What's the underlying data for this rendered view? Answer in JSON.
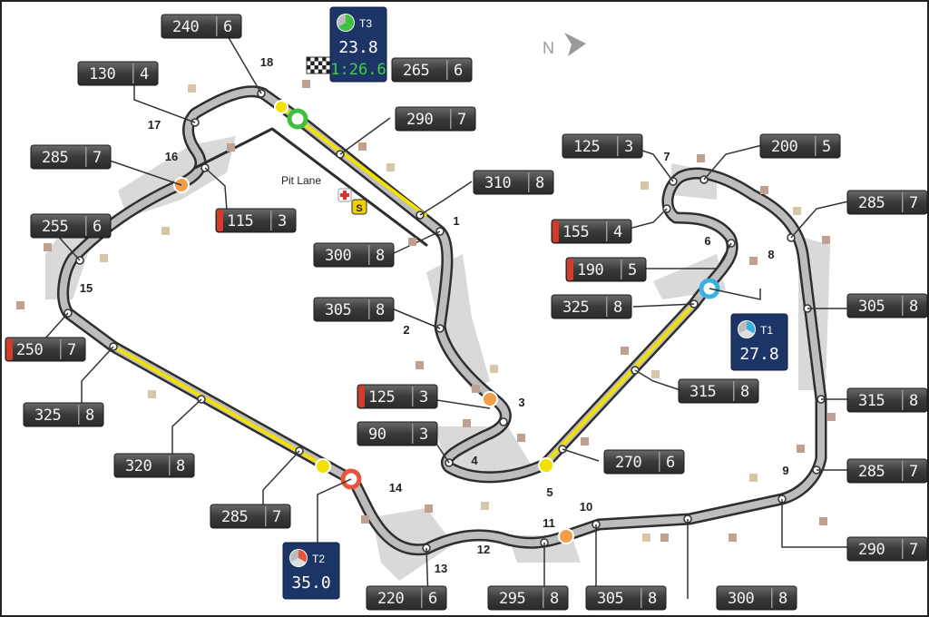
{
  "north_label": "N",
  "pit_lane_label": "Pit Lane",
  "pit_service_icon": "S",
  "lap_time": "1:26.6",
  "sectors": [
    {
      "id": "t1",
      "label": "T1",
      "value": "27.8",
      "color": "#3ab0e0"
    },
    {
      "id": "t2",
      "label": "T2",
      "value": "35.0",
      "color": "#e8553a"
    },
    {
      "id": "t3",
      "label": "T3",
      "value": "23.8",
      "color": "#3fbf3f"
    }
  ],
  "turns": [
    "1",
    "2",
    "3",
    "4",
    "5",
    "6",
    "7",
    "8",
    "9",
    "10",
    "11",
    "12",
    "13",
    "14",
    "15",
    "16",
    "17",
    "18"
  ],
  "speed_boxes": [
    {
      "speed": "240",
      "gear": "6",
      "red": false
    },
    {
      "speed": "265",
      "gear": "6",
      "red": false
    },
    {
      "speed": "130",
      "gear": "4",
      "red": false
    },
    {
      "speed": "290",
      "gear": "7",
      "red": false
    },
    {
      "speed": "285",
      "gear": "7",
      "red": false
    },
    {
      "speed": "310",
      "gear": "8",
      "red": false
    },
    {
      "speed": "115",
      "gear": "3",
      "red": true
    },
    {
      "speed": "255",
      "gear": "6",
      "red": false
    },
    {
      "speed": "300",
      "gear": "8",
      "red": false
    },
    {
      "speed": "305",
      "gear": "8",
      "red": false
    },
    {
      "speed": "250",
      "gear": "7",
      "red": true
    },
    {
      "speed": "325",
      "gear": "8",
      "red": false
    },
    {
      "speed": "125",
      "gear": "3",
      "red": true
    },
    {
      "speed": "90",
      "gear": "3",
      "red": false
    },
    {
      "speed": "320",
      "gear": "8",
      "red": false
    },
    {
      "speed": "285",
      "gear": "7",
      "red": false
    },
    {
      "speed": "220",
      "gear": "6",
      "red": false
    },
    {
      "speed": "295",
      "gear": "8",
      "red": false
    },
    {
      "speed": "305",
      "gear": "8",
      "red": false
    },
    {
      "speed": "300",
      "gear": "8",
      "red": false
    },
    {
      "speed": "290",
      "gear": "7",
      "red": false
    },
    {
      "speed": "125",
      "gear": "3",
      "red": false
    },
    {
      "speed": "200",
      "gear": "5",
      "red": false
    },
    {
      "speed": "285",
      "gear": "7",
      "red": false
    },
    {
      "speed": "155",
      "gear": "4",
      "red": true
    },
    {
      "speed": "190",
      "gear": "5",
      "red": true
    },
    {
      "speed": "325",
      "gear": "8",
      "red": false
    },
    {
      "speed": "305",
      "gear": "8",
      "red": false
    },
    {
      "speed": "315",
      "gear": "8",
      "red": false
    },
    {
      "speed": "315",
      "gear": "8",
      "red": false
    },
    {
      "speed": "270",
      "gear": "6",
      "red": false
    },
    {
      "speed": "285",
      "gear": "7",
      "red": false
    },
    {
      "speed": "290",
      "gear": "7",
      "red": false
    }
  ]
}
